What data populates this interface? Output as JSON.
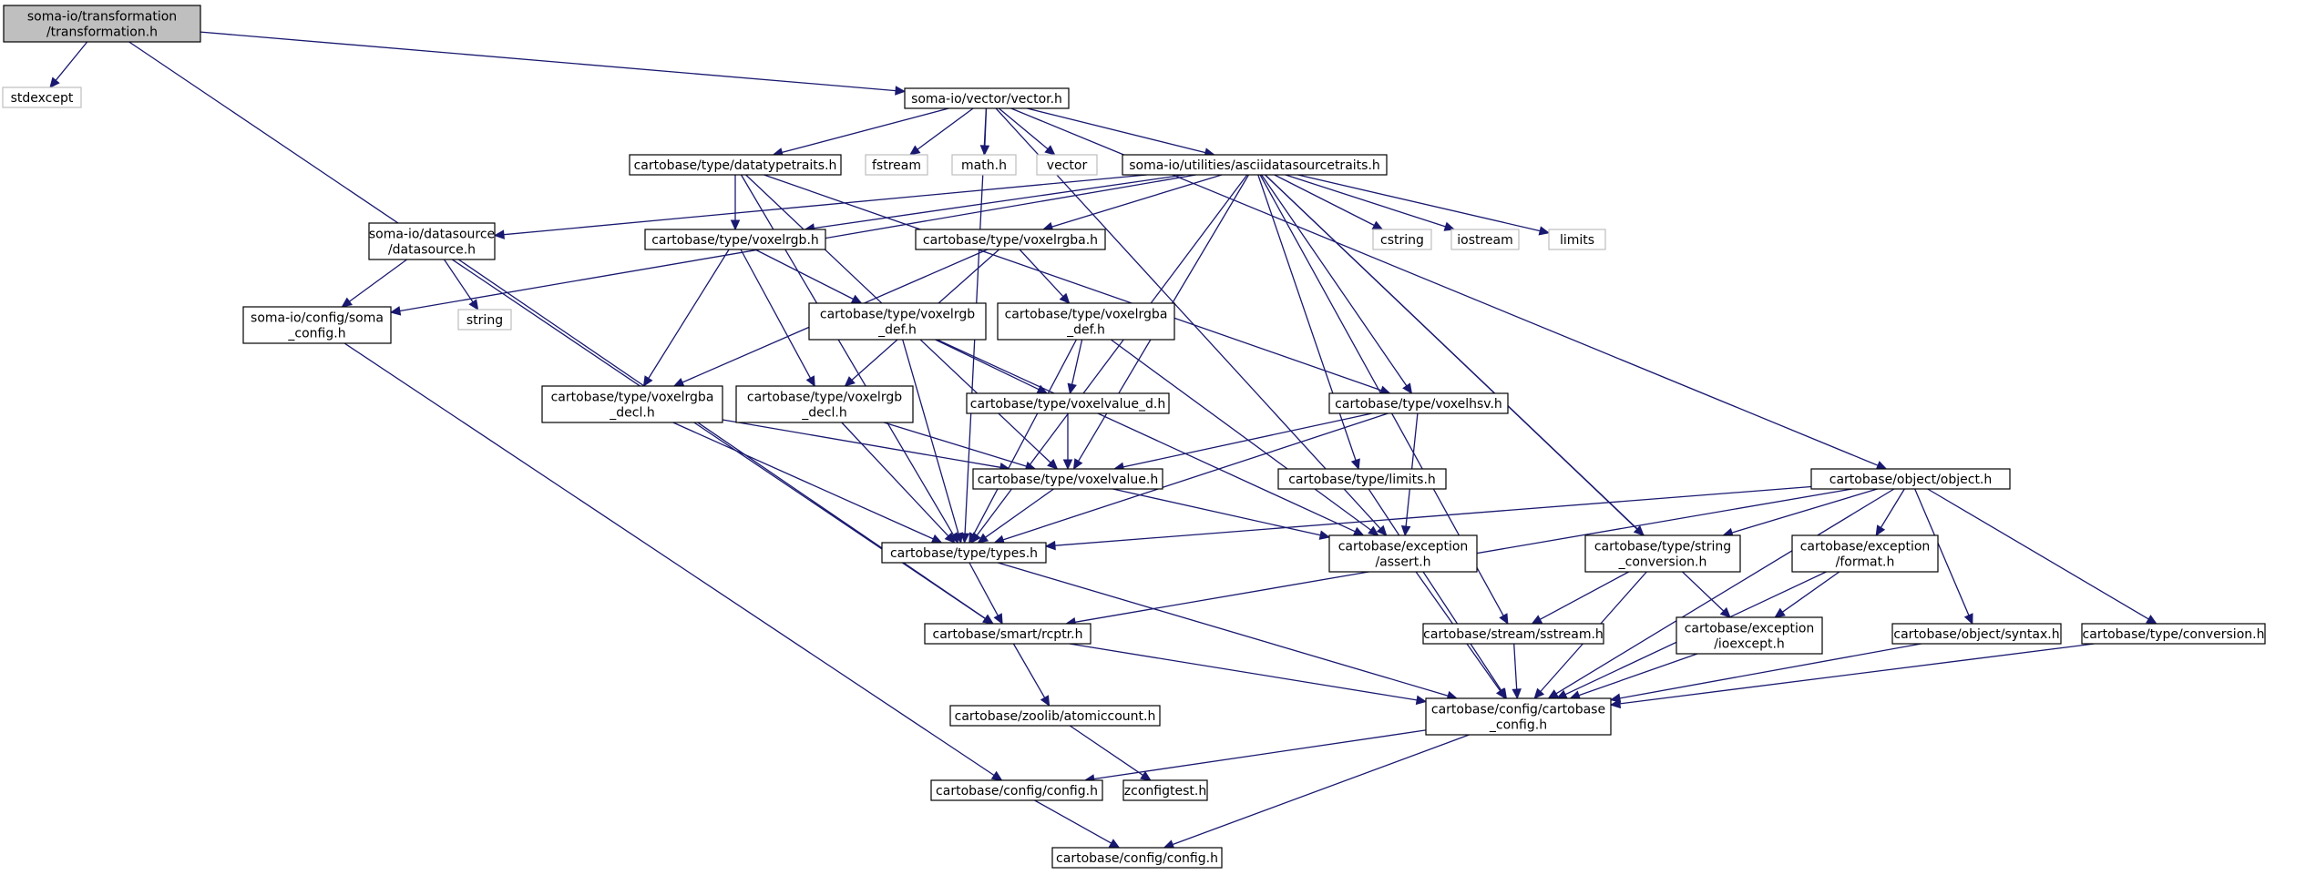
{
  "colors": {
    "edge": "#191970",
    "node_border": "#000000",
    "system_node_border": "#bfbfbf",
    "root_fill": "#bfbfbf",
    "node_fill": "#ffffff"
  },
  "nodes": [
    {
      "id": "root",
      "lines": [
        "soma-io/transformation",
        "/transformation.h"
      ],
      "kind": "root"
    },
    {
      "id": "stdexcept",
      "lines": [
        "stdexcept"
      ],
      "kind": "system"
    },
    {
      "id": "vector_h",
      "lines": [
        "soma-io/vector/vector.h"
      ],
      "kind": "file"
    },
    {
      "id": "datatypetraits",
      "lines": [
        "cartobase/type/datatypetraits.h"
      ],
      "kind": "file"
    },
    {
      "id": "fstream",
      "lines": [
        "fstream"
      ],
      "kind": "system"
    },
    {
      "id": "math",
      "lines": [
        "math.h"
      ],
      "kind": "system"
    },
    {
      "id": "vector",
      "lines": [
        "vector"
      ],
      "kind": "system"
    },
    {
      "id": "asciitraits",
      "lines": [
        "soma-io/utilities/asciidatasourcetraits.h"
      ],
      "kind": "file"
    },
    {
      "id": "datasource",
      "lines": [
        "soma-io/datasource",
        "/datasource.h"
      ],
      "kind": "file"
    },
    {
      "id": "voxelrgb",
      "lines": [
        "cartobase/type/voxelrgb.h"
      ],
      "kind": "file"
    },
    {
      "id": "voxelrgba",
      "lines": [
        "cartobase/type/voxelrgba.h"
      ],
      "kind": "file"
    },
    {
      "id": "cstring",
      "lines": [
        "cstring"
      ],
      "kind": "system"
    },
    {
      "id": "iostream",
      "lines": [
        "iostream"
      ],
      "kind": "system"
    },
    {
      "id": "limits",
      "lines": [
        "limits"
      ],
      "kind": "system"
    },
    {
      "id": "string",
      "lines": [
        "string"
      ],
      "kind": "system"
    },
    {
      "id": "somaconfig",
      "lines": [
        "soma-io/config/soma",
        "_config.h"
      ],
      "kind": "file"
    },
    {
      "id": "voxelrgb_def",
      "lines": [
        "cartobase/type/voxelrgb",
        "_def.h"
      ],
      "kind": "file"
    },
    {
      "id": "voxelrgba_def",
      "lines": [
        "cartobase/type/voxelrgba",
        "_def.h"
      ],
      "kind": "file"
    },
    {
      "id": "voxelvalue_d",
      "lines": [
        "cartobase/type/voxelvalue_d.h"
      ],
      "kind": "file"
    },
    {
      "id": "voxelhsv",
      "lines": [
        "cartobase/type/voxelhsv.h"
      ],
      "kind": "file"
    },
    {
      "id": "voxelrgba_decl",
      "lines": [
        "cartobase/type/voxelrgba",
        "_decl.h"
      ],
      "kind": "file"
    },
    {
      "id": "voxelrgb_decl",
      "lines": [
        "cartobase/type/voxelrgb",
        "_decl.h"
      ],
      "kind": "file"
    },
    {
      "id": "voxelvalue",
      "lines": [
        "cartobase/type/voxelvalue.h"
      ],
      "kind": "file"
    },
    {
      "id": "typelimits",
      "lines": [
        "cartobase/type/limits.h"
      ],
      "kind": "file"
    },
    {
      "id": "object",
      "lines": [
        "cartobase/object/object.h"
      ],
      "kind": "file"
    },
    {
      "id": "types",
      "lines": [
        "cartobase/type/types.h"
      ],
      "kind": "file"
    },
    {
      "id": "assert",
      "lines": [
        "cartobase/exception",
        "/assert.h"
      ],
      "kind": "file"
    },
    {
      "id": "stringconv",
      "lines": [
        "cartobase/type/string",
        "_conversion.h"
      ],
      "kind": "file"
    },
    {
      "id": "format",
      "lines": [
        "cartobase/exception",
        "/format.h"
      ],
      "kind": "file"
    },
    {
      "id": "rcptr",
      "lines": [
        "cartobase/smart/rcptr.h"
      ],
      "kind": "file"
    },
    {
      "id": "sstream",
      "lines": [
        "cartobase/stream/sstream.h"
      ],
      "kind": "file"
    },
    {
      "id": "ioexcept",
      "lines": [
        "cartobase/exception",
        "/ioexcept.h"
      ],
      "kind": "file"
    },
    {
      "id": "syntax",
      "lines": [
        "cartobase/object/syntax.h"
      ],
      "kind": "file"
    },
    {
      "id": "conversion",
      "lines": [
        "cartobase/type/conversion.h"
      ],
      "kind": "file"
    },
    {
      "id": "cbconfig",
      "lines": [
        "cartobase/config/cartobase",
        "_config.h"
      ],
      "kind": "file"
    },
    {
      "id": "atomiccount",
      "lines": [
        "cartobase/zoolib/atomiccount.h"
      ],
      "kind": "file"
    },
    {
      "id": "config",
      "lines": [
        "cartobase/config/config.h"
      ],
      "kind": "file"
    },
    {
      "id": "zconfigtest",
      "lines": [
        "zconfigtest.h"
      ],
      "kind": "file"
    },
    {
      "id": "config2",
      "lines": [
        "cartobase/config/config.h"
      ],
      "kind": "file"
    }
  ],
  "edges": [
    [
      "root",
      "stdexcept"
    ],
    [
      "root",
      "vector_h"
    ],
    [
      "root",
      "rcptr"
    ],
    [
      "vector_h",
      "datatypetraits"
    ],
    [
      "vector_h",
      "fstream"
    ],
    [
      "vector_h",
      "math"
    ],
    [
      "vector_h",
      "vector"
    ],
    [
      "vector_h",
      "asciitraits"
    ],
    [
      "vector_h",
      "object"
    ],
    [
      "vector_h",
      "types"
    ],
    [
      "vector_h",
      "assert"
    ],
    [
      "datatypetraits",
      "voxelrgb"
    ],
    [
      "datatypetraits",
      "voxelhsv"
    ],
    [
      "datatypetraits",
      "types"
    ],
    [
      "datatypetraits",
      "voxelvalue"
    ],
    [
      "asciitraits",
      "datasource"
    ],
    [
      "asciitraits",
      "voxelrgb"
    ],
    [
      "asciitraits",
      "voxelrgba"
    ],
    [
      "asciitraits",
      "cstring"
    ],
    [
      "asciitraits",
      "iostream"
    ],
    [
      "asciitraits",
      "limits"
    ],
    [
      "asciitraits",
      "somaconfig"
    ],
    [
      "asciitraits",
      "types"
    ],
    [
      "asciitraits",
      "voxelvalue"
    ],
    [
      "asciitraits",
      "voxelhsv"
    ],
    [
      "asciitraits",
      "typelimits"
    ],
    [
      "asciitraits",
      "sstream"
    ],
    [
      "asciitraits",
      "stringconv"
    ],
    [
      "asciitraits",
      "ioexcept"
    ],
    [
      "datasource",
      "somaconfig"
    ],
    [
      "datasource",
      "string"
    ],
    [
      "datasource",
      "rcptr"
    ],
    [
      "somaconfig",
      "config"
    ],
    [
      "voxelrgb",
      "voxelrgb_def"
    ],
    [
      "voxelrgb",
      "voxelrgba_decl"
    ],
    [
      "voxelrgb",
      "voxelrgb_decl"
    ],
    [
      "voxelrgba",
      "voxelrgba_def"
    ],
    [
      "voxelrgba",
      "voxelrgba_decl"
    ],
    [
      "voxelrgba",
      "voxelrgb_decl"
    ],
    [
      "voxelrgb_def",
      "voxelvalue_d"
    ],
    [
      "voxelrgb_def",
      "types"
    ],
    [
      "voxelrgb_def",
      "assert"
    ],
    [
      "voxelrgba_def",
      "voxelvalue_d"
    ],
    [
      "voxelrgba_def",
      "types"
    ],
    [
      "voxelrgba_def",
      "assert"
    ],
    [
      "voxelvalue_d",
      "voxelvalue"
    ],
    [
      "voxelrgba_decl",
      "voxelvalue"
    ],
    [
      "voxelrgba_decl",
      "types"
    ],
    [
      "voxelrgb_decl",
      "voxelvalue"
    ],
    [
      "voxelrgb_decl",
      "types"
    ],
    [
      "voxelhsv",
      "voxelvalue"
    ],
    [
      "voxelhsv",
      "types"
    ],
    [
      "voxelhsv",
      "assert"
    ],
    [
      "voxelvalue",
      "types"
    ],
    [
      "voxelvalue",
      "assert"
    ],
    [
      "typelimits",
      "cbconfig"
    ],
    [
      "object",
      "types"
    ],
    [
      "object",
      "rcptr"
    ],
    [
      "object",
      "stringconv"
    ],
    [
      "object",
      "format"
    ],
    [
      "object",
      "syntax"
    ],
    [
      "object",
      "conversion"
    ],
    [
      "object",
      "cbconfig"
    ],
    [
      "types",
      "rcptr"
    ],
    [
      "types",
      "cbconfig"
    ],
    [
      "assert",
      "cbconfig"
    ],
    [
      "stringconv",
      "sstream"
    ],
    [
      "stringconv",
      "cbconfig"
    ],
    [
      "format",
      "ioexcept"
    ],
    [
      "format",
      "cbconfig"
    ],
    [
      "rcptr",
      "atomiccount"
    ],
    [
      "rcptr",
      "cbconfig"
    ],
    [
      "sstream",
      "cbconfig"
    ],
    [
      "ioexcept",
      "cbconfig"
    ],
    [
      "syntax",
      "cbconfig"
    ],
    [
      "conversion",
      "cbconfig"
    ],
    [
      "cbconfig",
      "config"
    ],
    [
      "cbconfig",
      "config2"
    ],
    [
      "atomiccount",
      "zconfigtest"
    ],
    [
      "config",
      "config2"
    ]
  ]
}
